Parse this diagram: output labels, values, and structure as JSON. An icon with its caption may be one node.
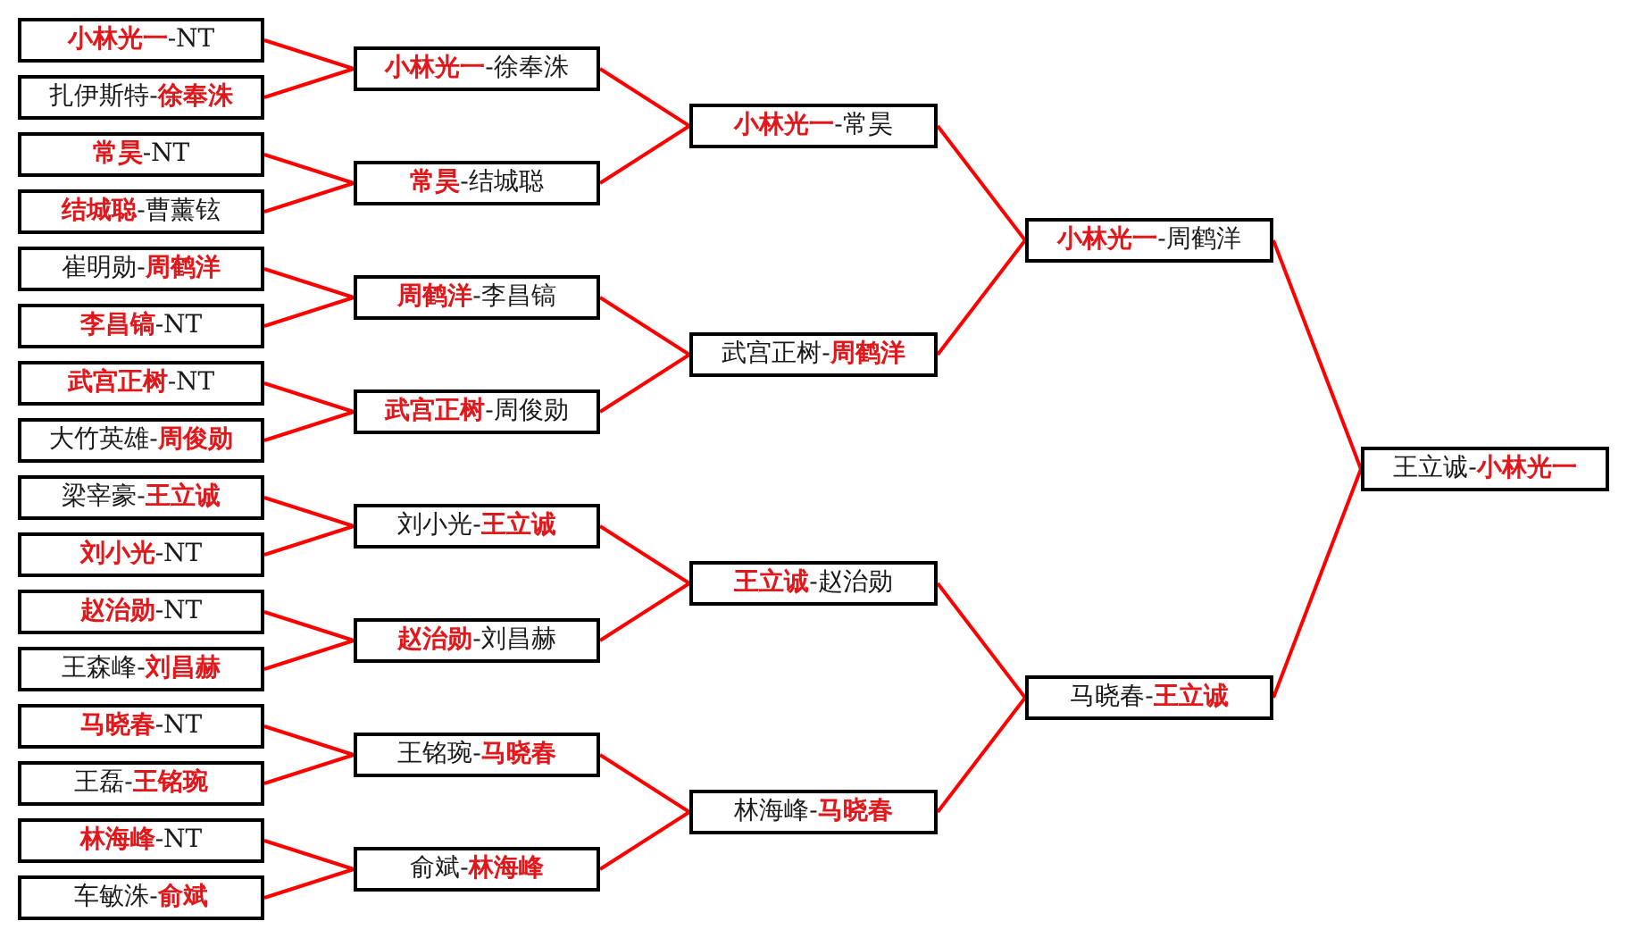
{
  "diagram": {
    "nodes": [
      {
        "text": [
          "**小林光一**-NT"
        ]
      },
      {
        "text": [
          "扎伊斯特-**徐奉洙**"
        ]
      },
      {
        "text": [
          "**常昊**-NT"
        ]
      },
      {
        "text": [
          "**结城聪**-曹薰铉"
        ]
      },
      {
        "text": [
          "崔明勋-**周鹤洋**"
        ]
      },
      {
        "text": [
          "**李昌镐**-NT"
        ]
      },
      {
        "text": [
          "**武宫正树**-NT"
        ]
      },
      {
        "text": [
          "大竹英雄-**周俊勋**"
        ]
      },
      {
        "text": [
          "梁宰豪-**王立诚**"
        ]
      },
      {
        "text": [
          "**刘小光**-NT"
        ]
      },
      {
        "text": [
          "**赵治勋**-NT"
        ]
      },
      {
        "text": [
          "王森峰-**刘昌赫**"
        ]
      },
      {
        "text": [
          "**马晓春**-NT"
        ]
      },
      {
        "text": [
          "王磊-**王铭琬**"
        ]
      },
      {
        "text": [
          "**林海峰**-NT"
        ]
      },
      {
        "text": [
          "车敏洙-**俞斌**"
        ]
      },
      {
        "text": [
          "**小林光一**-徐奉洙"
        ]
      },
      {
        "text": [
          "**常昊**-结城聪"
        ]
      },
      {
        "text": [
          "**周鹤洋**-李昌镐"
        ]
      },
      {
        "text": [
          "**武宫正树**-周俊勋"
        ]
      },
      {
        "text": [
          "刘小光-**王立诚**"
        ]
      },
      {
        "text": [
          "**赵治勋**-刘昌赫"
        ]
      },
      {
        "text": [
          "王铭琬-**马晓春**"
        ]
      },
      {
        "text": [
          "俞斌-**林海峰**"
        ]
      },
      {
        "text": [
          "**小林光一**-常昊"
        ]
      },
      {
        "text": [
          "武宫正树-**周鹤洋**"
        ]
      },
      {
        "text": [
          "**王立诚**-赵治勋"
        ]
      },
      {
        "text": [
          "林海峰-**马晓春**"
        ]
      },
      {
        "text": [
          "**小林光一**-周鹤洋"
        ]
      },
      {
        "text": [
          "马晓春-**王立诚**"
        ]
      },
      {
        "text": [
          "王立诚-**小林光一**"
        ]
      }
    ],
    "edges": [
      {
        "from": 0,
        "to": 16,
        "arrow": "none"
      },
      {
        "from": 1,
        "to": 16,
        "arrow": "none"
      },
      {
        "from": 2,
        "to": 17,
        "arrow": "none"
      },
      {
        "from": 3,
        "to": 17,
        "arrow": "none"
      },
      {
        "from": 4,
        "to": 18,
        "arrow": "none"
      },
      {
        "from": 5,
        "to": 18,
        "arrow": "none"
      },
      {
        "from": 6,
        "to": 19,
        "arrow": "none"
      },
      {
        "from": 7,
        "to": 19,
        "arrow": "none"
      },
      {
        "from": 8,
        "to": 20,
        "arrow": "none"
      },
      {
        "from": 9,
        "to": 20,
        "arrow": "none"
      },
      {
        "from": 10,
        "to": 21,
        "arrow": "none"
      },
      {
        "from": 11,
        "to": 21,
        "arrow": "none"
      },
      {
        "from": 12,
        "to": 22,
        "arrow": "none"
      },
      {
        "from": 13,
        "to": 22,
        "arrow": "none"
      },
      {
        "from": 14,
        "to": 23,
        "arrow": "none"
      },
      {
        "from": 15,
        "to": 23,
        "arrow": "none"
      },
      {
        "from": 16,
        "to": 24,
        "arrow": "none"
      },
      {
        "from": 17,
        "to": 24,
        "arrow": "none"
      },
      {
        "from": 18,
        "to": 25,
        "arrow": "none"
      },
      {
        "from": 19,
        "to": 25,
        "arrow": "none"
      },
      {
        "from": 20,
        "to": 26,
        "arrow": "none"
      },
      {
        "from": 21,
        "to": 26,
        "arrow": "none"
      },
      {
        "from": 22,
        "to": 27,
        "arrow": "none"
      },
      {
        "from": 23,
        "to": 27,
        "arrow": "none"
      },
      {
        "from": 24,
        "to": 28,
        "arrow": "none"
      },
      {
        "from": 25,
        "to": 28,
        "arrow": "none"
      },
      {
        "from": 26,
        "to": 29,
        "arrow": "none"
      },
      {
        "from": 27,
        "to": 29,
        "arrow": "none"
      },
      {
        "from": 28,
        "to": 30,
        "arrow": "none"
      },
      {
        "from": 29,
        "to": 30,
        "arrow": "none"
      }
    ]
  }
}
